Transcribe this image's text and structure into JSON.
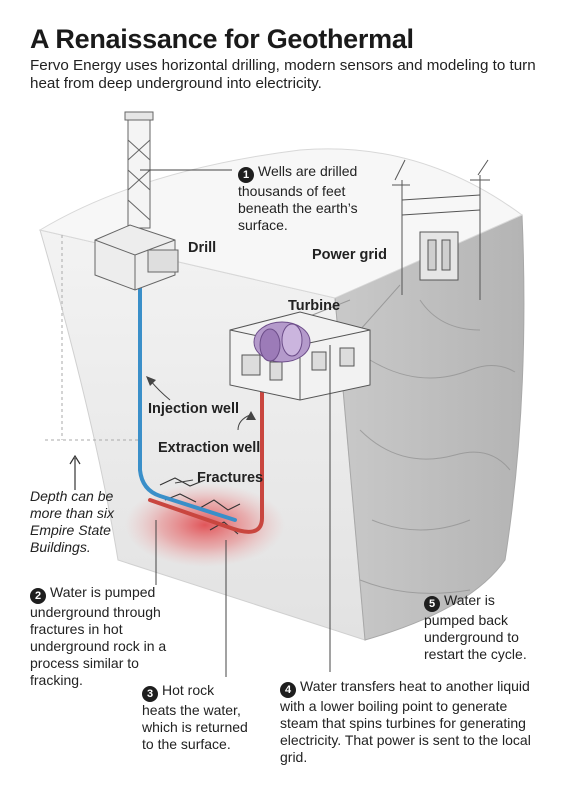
{
  "header": {
    "title": "A Renaissance for Geothermal",
    "subtitle": "Fervo Energy uses horizontal drilling, modern sensors and modeling to turn heat from deep underground into electricity."
  },
  "labels": {
    "drill": "Drill",
    "power_grid": "Power grid",
    "turbine": "Turbine",
    "injection_well": "Injection well",
    "extraction_well": "Extraction well",
    "fractures": "Fractures",
    "depth_note": "Depth can be more than six Empire State Buildings."
  },
  "steps": [
    {
      "number": "1",
      "text": "Wells are drilled thousands of feet beneath the earth’s surface."
    },
    {
      "number": "2",
      "text": "Water is pumped underground through fractures in hot underground rock in a process similar to fracking."
    },
    {
      "number": "3",
      "text": "Hot rock heats the water, which is returned to the surface."
    },
    {
      "number": "4",
      "text": "Water transfers heat to another liquid with a lower boiling point to generate steam that spins turbines for generating electricity. That power is sent to the local grid."
    },
    {
      "number": "5",
      "text": "Water is pumped back underground to restart the cycle."
    }
  ],
  "colors": {
    "injection": "#3a8fc9",
    "extraction": "#c9463f",
    "heat": "#e0454a",
    "turbine": "#9c7bb8"
  }
}
